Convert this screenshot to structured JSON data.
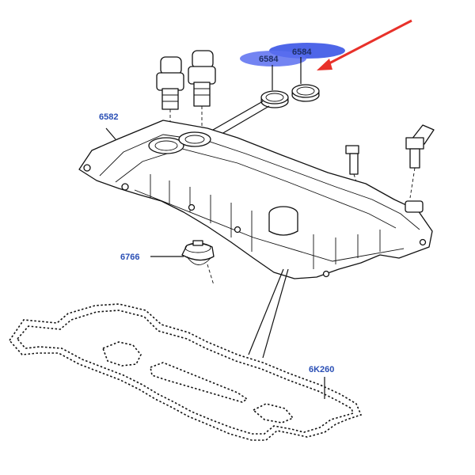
{
  "diagram": {
    "callouts": [
      {
        "id": "valve_cover",
        "text": "6582"
      },
      {
        "id": "seal_a",
        "text": "6584"
      },
      {
        "id": "seal_b",
        "text": "6584"
      },
      {
        "id": "oil_filler_cap",
        "text": "6766"
      },
      {
        "id": "cover_gasket",
        "text": "6K260"
      }
    ],
    "highlight": {
      "color": "#3b55e6",
      "arrow_color": "#e8312a"
    }
  }
}
